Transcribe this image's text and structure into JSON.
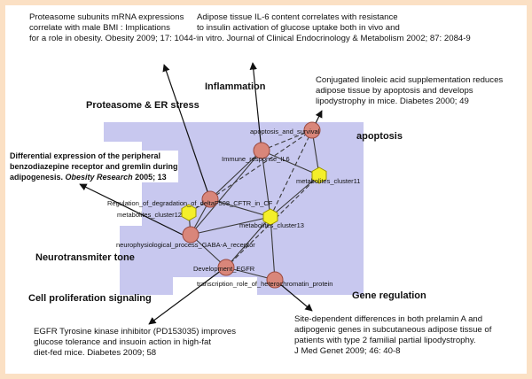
{
  "colors": {
    "border": "#fbe0c4",
    "panel": "#c8c8ef",
    "red_node": "#d9867a",
    "yellow_node": "#f4ef2a",
    "edge": "#3a3a3a",
    "arrow": "#111111"
  },
  "categories": {
    "proteasome_er": "Proteasome & ER stress",
    "inflammation": "Inflammation",
    "apoptosis": "apoptosis",
    "neurotransmitter": "Neurotransmiter tone",
    "cell_prolif": "Cell proliferation signaling",
    "gene_regulation": "Gene regulation"
  },
  "references": {
    "proteasome": {
      "line1": "Proteasome subunits mRNA expressions",
      "line2": "correlate with male BMI : Implications",
      "line3": "for a role in obesity. Obesity 2009; 17: 1044-9"
    },
    "il6": {
      "line1": "Adipose tissue IL-6 content correlates with resistance",
      "line2": "to insulin activation of glucose uptake both in vivo and",
      "line3": "in vitro. Journal of Clinical Endocrinology & Metabolism 2002; 87: 2084-9"
    },
    "cla": {
      "line1": "Conjugated linoleic acid supplementation reduces",
      "line2": "adipose tissue by apoptosis and develops",
      "line3": "lipodystrophy in mice. Diabetes 2000; 49"
    },
    "benzodiazepine": {
      "line1": "Differential expression of the peripheral",
      "line2": "benzodiazepine receptor and gremlin during",
      "line3_plain": "adipogenesis. ",
      "line3_italic": "Obesity Research",
      "line3_tail": " 2005; 13"
    },
    "egfr": {
      "line1": "EGFR Tyrosine kinase inhibitor (PD153035) improves",
      "line2": "glucose tolerance and insuoin action in high-fat",
      "line3": "diet-fed mice. Diabetes 2009; 58"
    },
    "prelamin": {
      "line1": "Site-dependent differences in both prelamin A and",
      "line2": "adipogenic genes in subcutaneous adipose tissue of",
      "line3": "patients with type 2 familial partial lipodystrophy.",
      "line4": "J Med Genet 2009; 46: 40-8"
    }
  },
  "nodes": {
    "apoptosis_survival": "apoptosis_and_survival",
    "immune_il6": "Immune_response_IL6",
    "metabolites11": "metabolites_cluster11",
    "regulation_cftr": "Regulation_of_degradation_of_deltaF508_CFTR_in_CF",
    "metabolites12": "metabolites_cluster12",
    "metabolites13": "metabolites_cluster13",
    "gaba": "neurophysiological_process_GABA-A_receptor",
    "egfr": "Development_EGFR",
    "heterochromatin": "transcription_role_of_heterochromatin_protein"
  }
}
